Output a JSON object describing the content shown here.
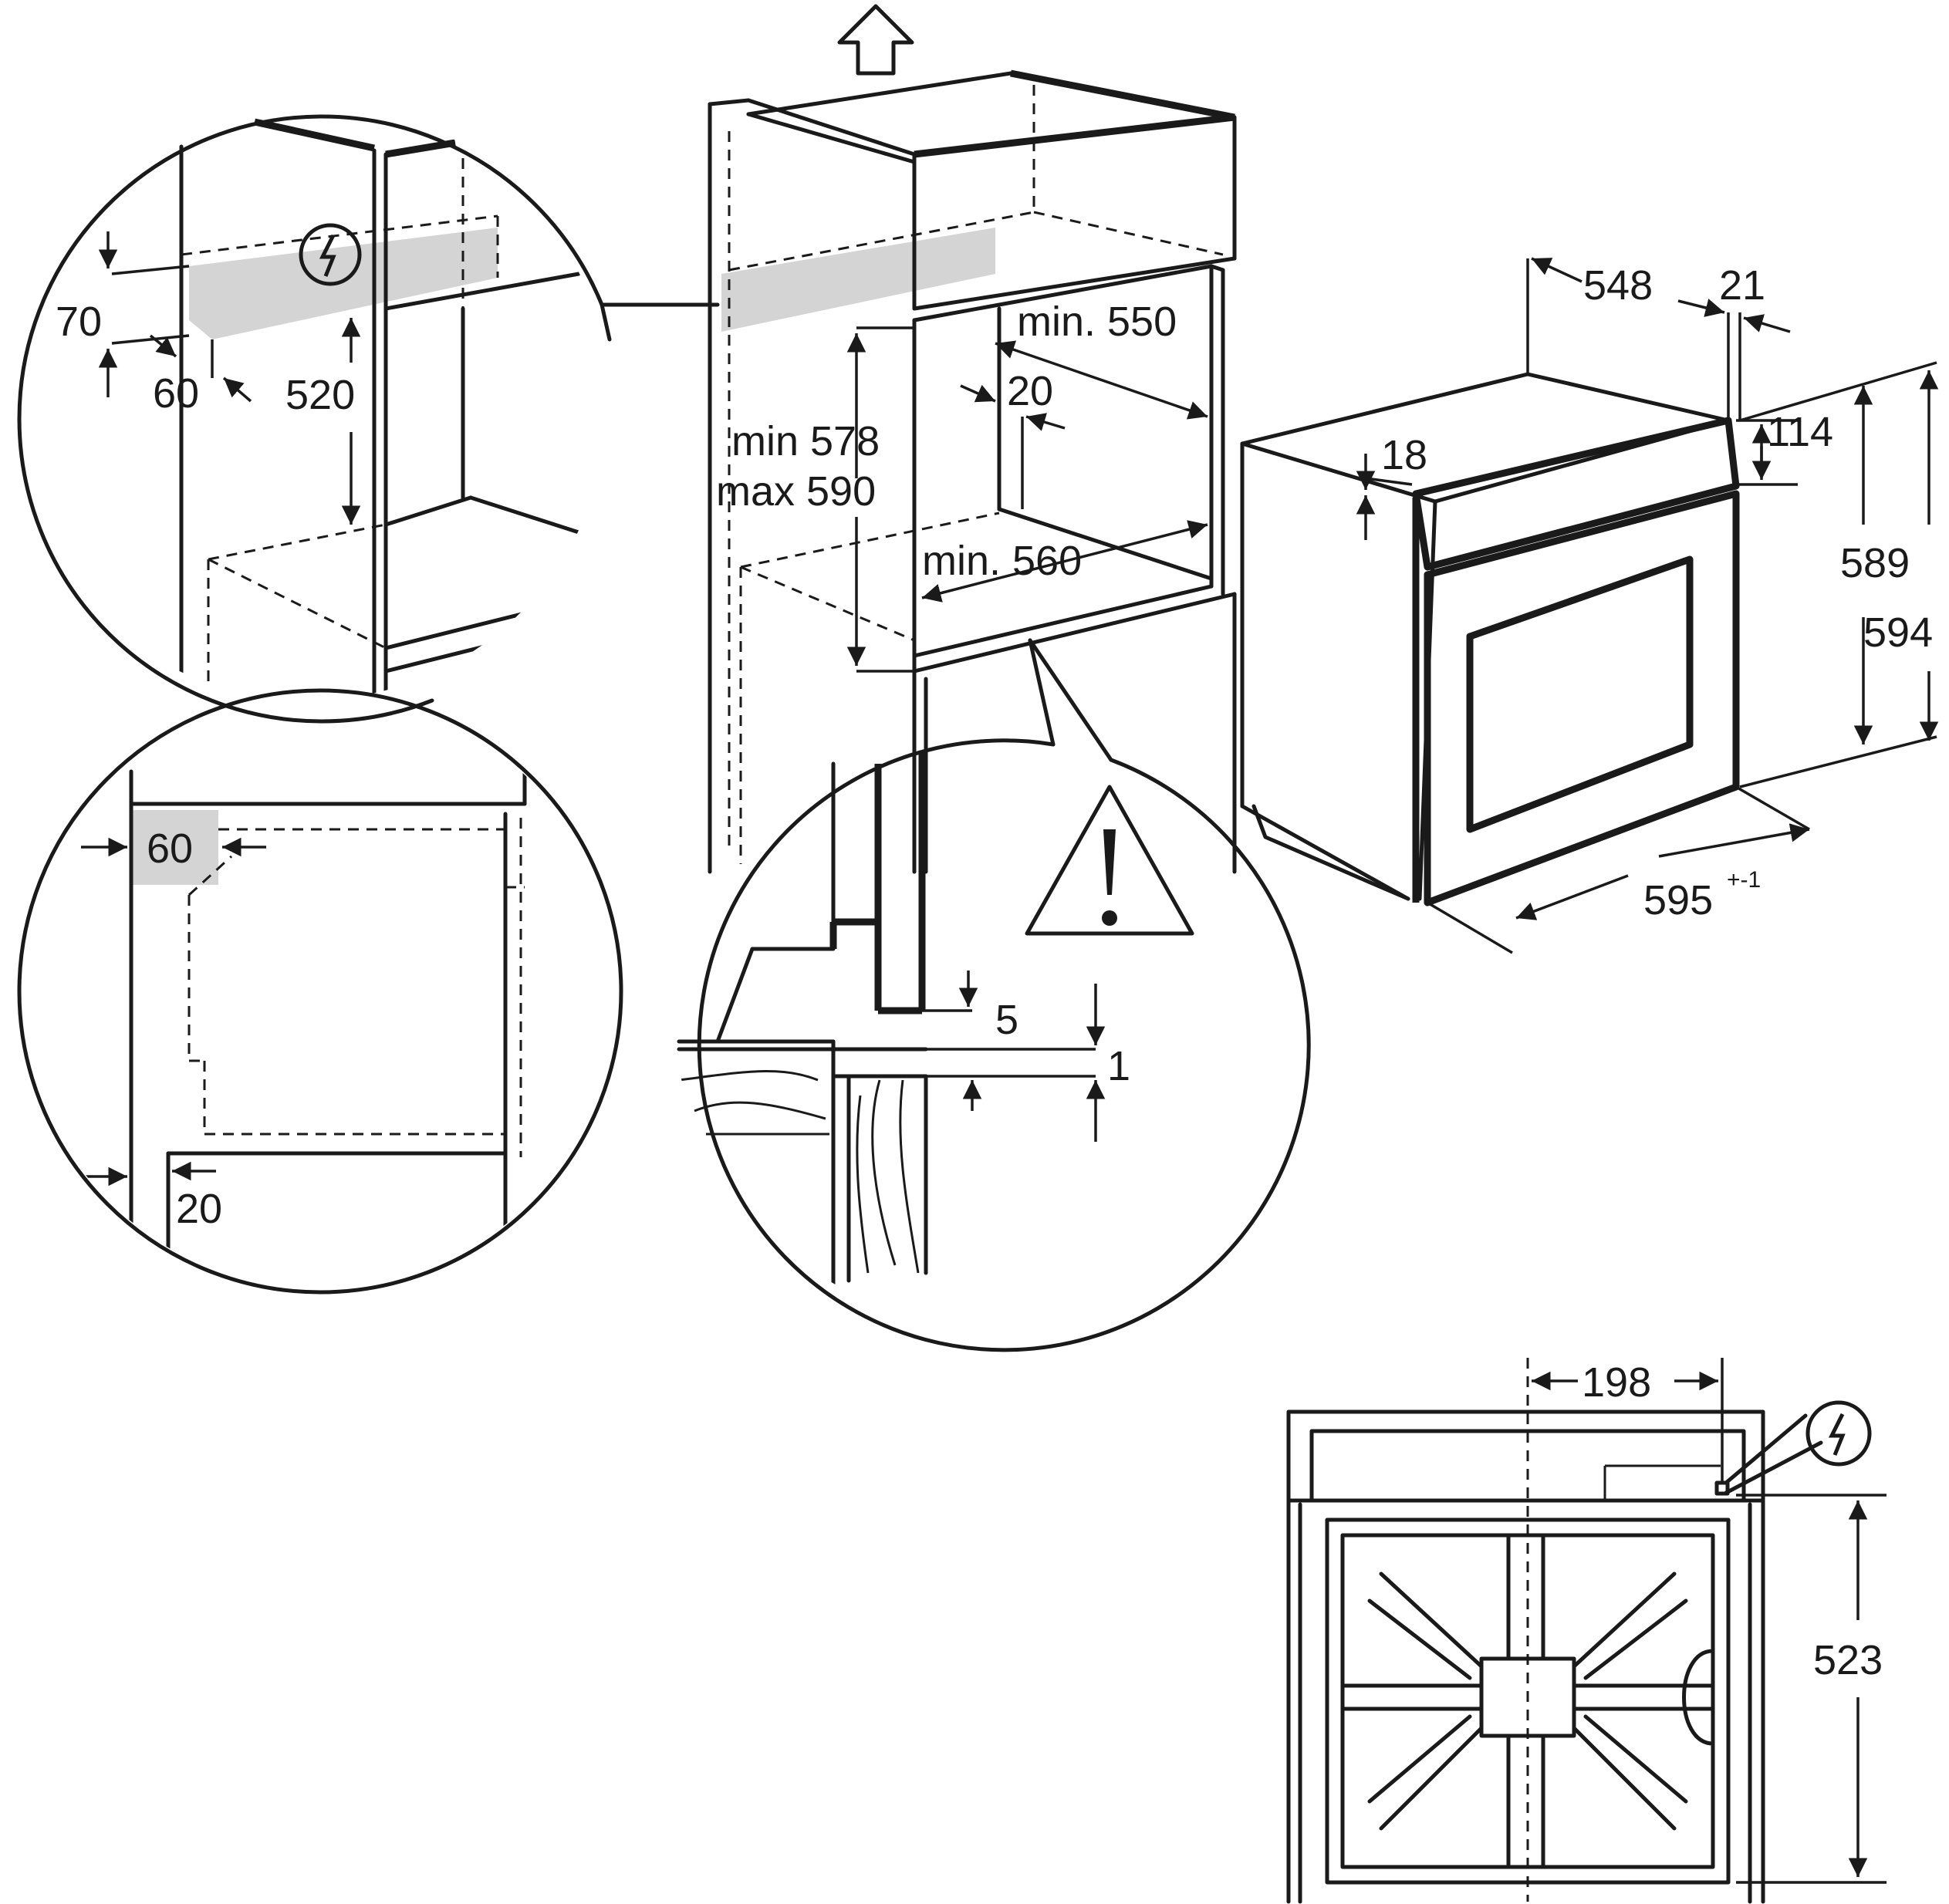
{
  "dimensions": {
    "d70": "70",
    "d60_top": "60",
    "d520": "520",
    "d60_box": "60",
    "d20_left": "20",
    "min578": "min 578",
    "max590": "max 590",
    "min550": "min. 550",
    "d20_mid": "20",
    "min560": "min. 560",
    "d5": "5",
    "d1": "1",
    "d548": "548",
    "d21": "21",
    "d18": "18",
    "d114": "114",
    "d589": "589",
    "d594": "594",
    "d595": "595",
    "d595_tol": "+-1",
    "d198": "198",
    "d523": "523"
  },
  "icons": {
    "electric": "electric-connection-icon",
    "warning": "warning-triangle-icon",
    "arrow": "up-arrow-icon"
  },
  "colors": {
    "line": "#1a1a1a",
    "highlight": "#d4d4d4"
  }
}
